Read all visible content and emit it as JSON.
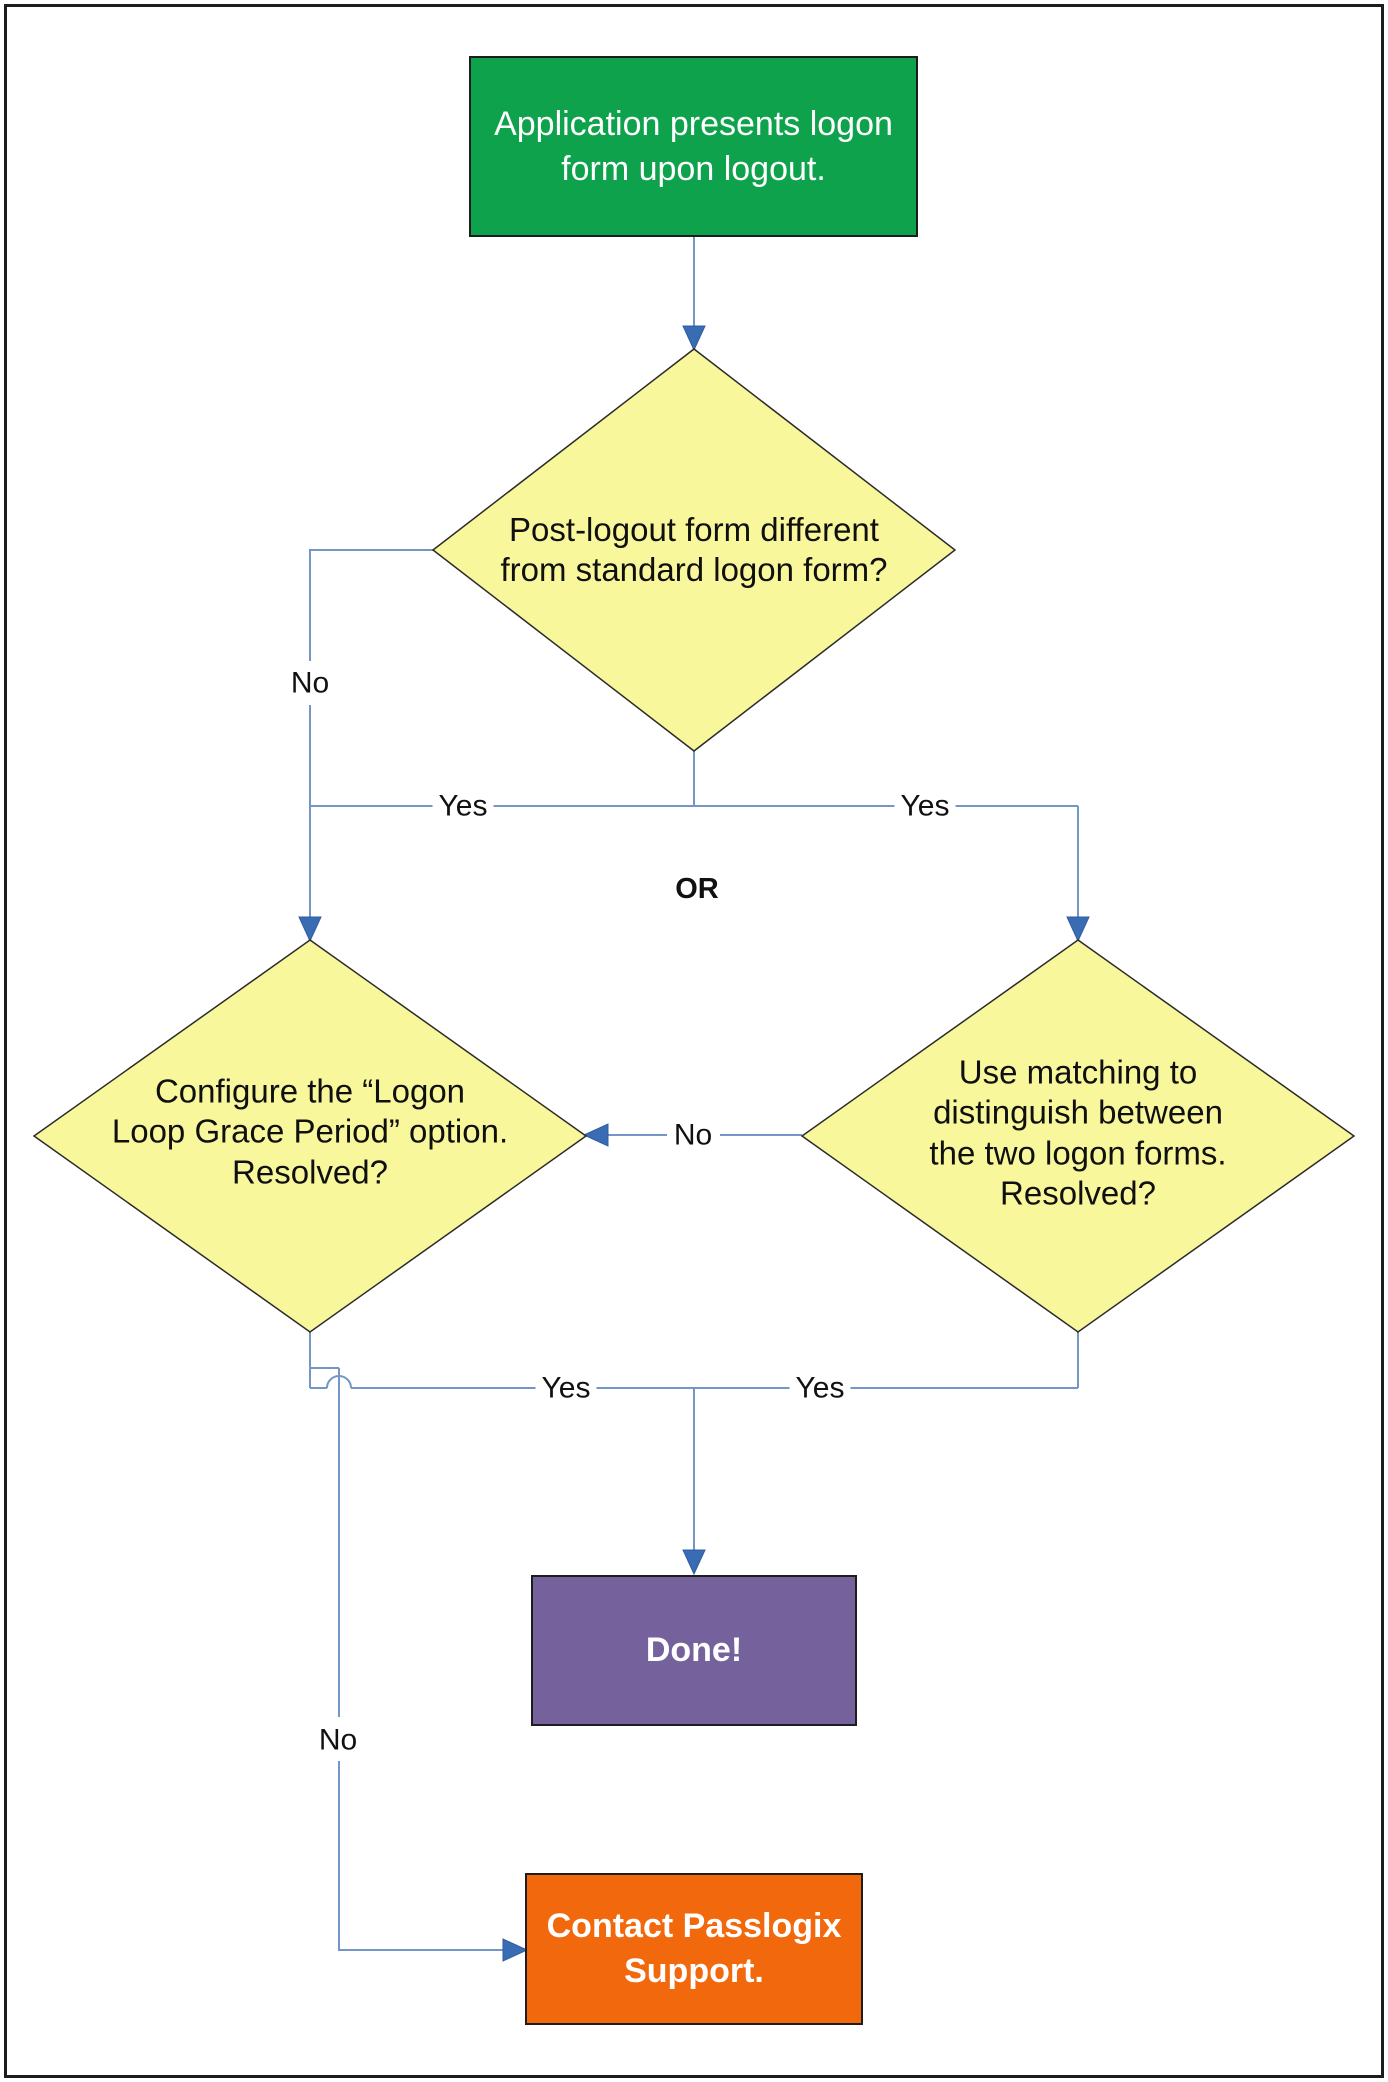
{
  "diagram": {
    "type": "flowchart",
    "nodes": {
      "start": {
        "label": "Application presents logon\nform upon logout.",
        "shape": "rectangle",
        "fill": "#0FA24D"
      },
      "decision_post_logout": {
        "label": "Post-logout form different\nfrom standard logon form?",
        "shape": "diamond",
        "fill": "#F8F79B"
      },
      "decision_grace_period": {
        "label": "Configure the “Logon\nLoop Grace Period” option.\nResolved?",
        "shape": "diamond",
        "fill": "#F8F79B"
      },
      "decision_matching": {
        "label": "Use matching to\ndistinguish between\nthe two logon forms.\nResolved?",
        "shape": "diamond",
        "fill": "#F8F79B"
      },
      "done": {
        "label": "Done!",
        "shape": "rectangle",
        "fill": "#75619B"
      },
      "contact_support": {
        "label": "Contact Passlogix\nSupport.",
        "shape": "rectangle",
        "fill": "#F2690D"
      }
    },
    "edge_labels": {
      "yes": "Yes",
      "no": "No",
      "or": "OR"
    },
    "colors": {
      "connector": "#7495C8",
      "arrowhead": "#3A6CB4",
      "decision_fill": "#F8F79B",
      "decision_stroke": "#2B2B2B",
      "node_border": "#1D1D1D",
      "label_text": "#111111",
      "frame_border": "#1C1C1C"
    }
  }
}
